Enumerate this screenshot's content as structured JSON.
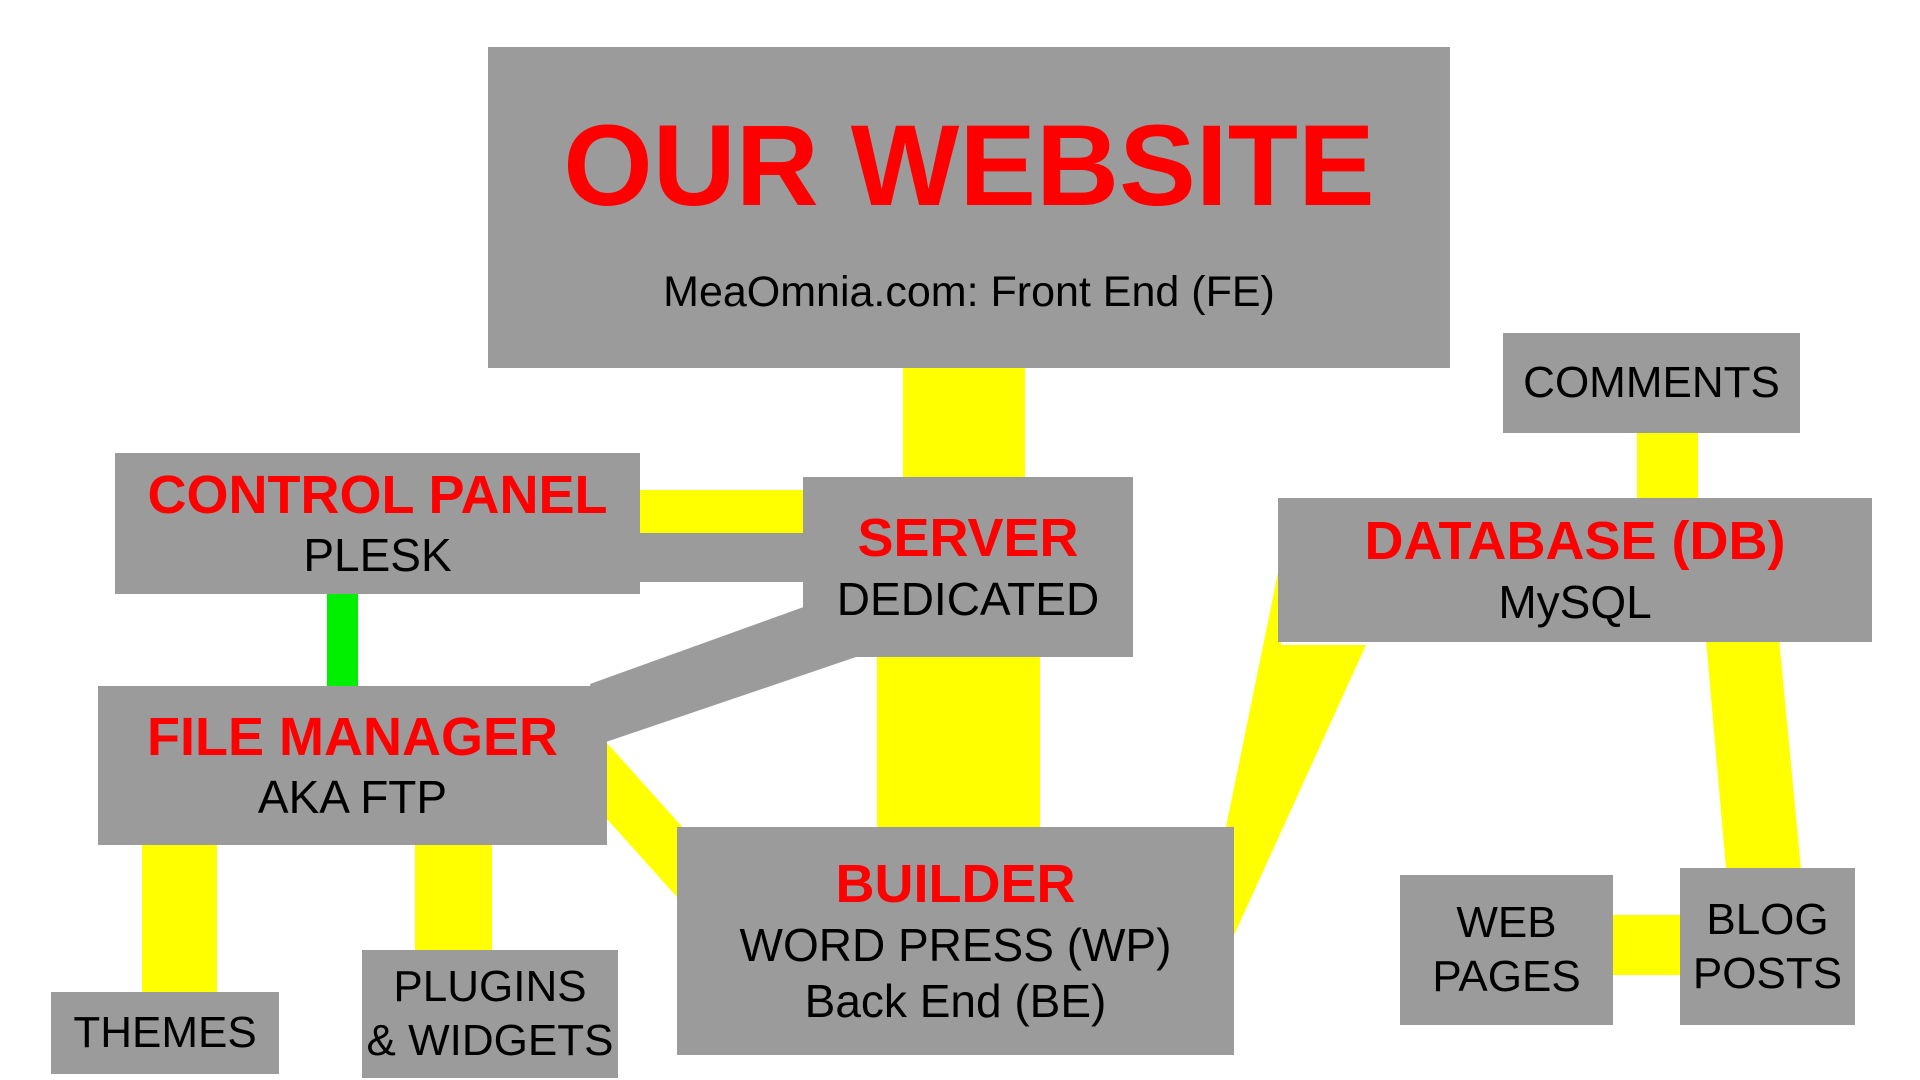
{
  "colors": {
    "background": "#ffffff",
    "box_gray": "#9b9b9b",
    "connector_yellow": "#ffff00",
    "connector_green": "#00f000",
    "connector_gray": "#9b9b9b",
    "title_red": "#ff0000",
    "text_black": "#000000"
  },
  "nodes": {
    "website": {
      "title": "OUR WEBSITE",
      "subtitle": "MeaOmnia.com: Front End (FE)"
    },
    "comments": {
      "label": "COMMENTS"
    },
    "control_panel": {
      "title": "CONTROL PANEL",
      "subtitle": "PLESK"
    },
    "server": {
      "title": "SERVER",
      "subtitle": "DEDICATED"
    },
    "database": {
      "title": "DATABASE (DB)",
      "subtitle": "MySQL"
    },
    "file_manager": {
      "title": "FILE MANAGER",
      "subtitle": "AKA FTP"
    },
    "builder": {
      "title": "BUILDER",
      "subtitle": "WORD PRESS (WP)",
      "subtitle2": "Back End (BE)"
    },
    "themes": {
      "label": "THEMES"
    },
    "plugins": {
      "label": "PLUGINS",
      "label2": "& WIDGETS"
    },
    "web_pages": {
      "label": "WEB",
      "label2": "PAGES"
    },
    "blog_posts": {
      "label": "BLOG",
      "label2": "POSTS"
    }
  },
  "edges": [
    {
      "from": "website",
      "to": "server",
      "color": "yellow"
    },
    {
      "from": "control_panel",
      "to": "server",
      "color": "yellow"
    },
    {
      "from": "control_panel",
      "to": "server",
      "color": "gray"
    },
    {
      "from": "control_panel",
      "to": "file_manager",
      "color": "green"
    },
    {
      "from": "server",
      "to": "file_manager",
      "color": "gray"
    },
    {
      "from": "server",
      "to": "builder",
      "color": "yellow"
    },
    {
      "from": "file_manager",
      "to": "builder",
      "color": "yellow"
    },
    {
      "from": "builder",
      "to": "database",
      "color": "yellow"
    },
    {
      "from": "comments",
      "to": "database",
      "color": "yellow"
    },
    {
      "from": "database",
      "to": "blog_posts",
      "color": "yellow"
    },
    {
      "from": "web_pages",
      "to": "blog_posts",
      "color": "yellow"
    },
    {
      "from": "file_manager",
      "to": "themes",
      "color": "yellow"
    },
    {
      "from": "file_manager",
      "to": "plugins",
      "color": "yellow"
    }
  ]
}
